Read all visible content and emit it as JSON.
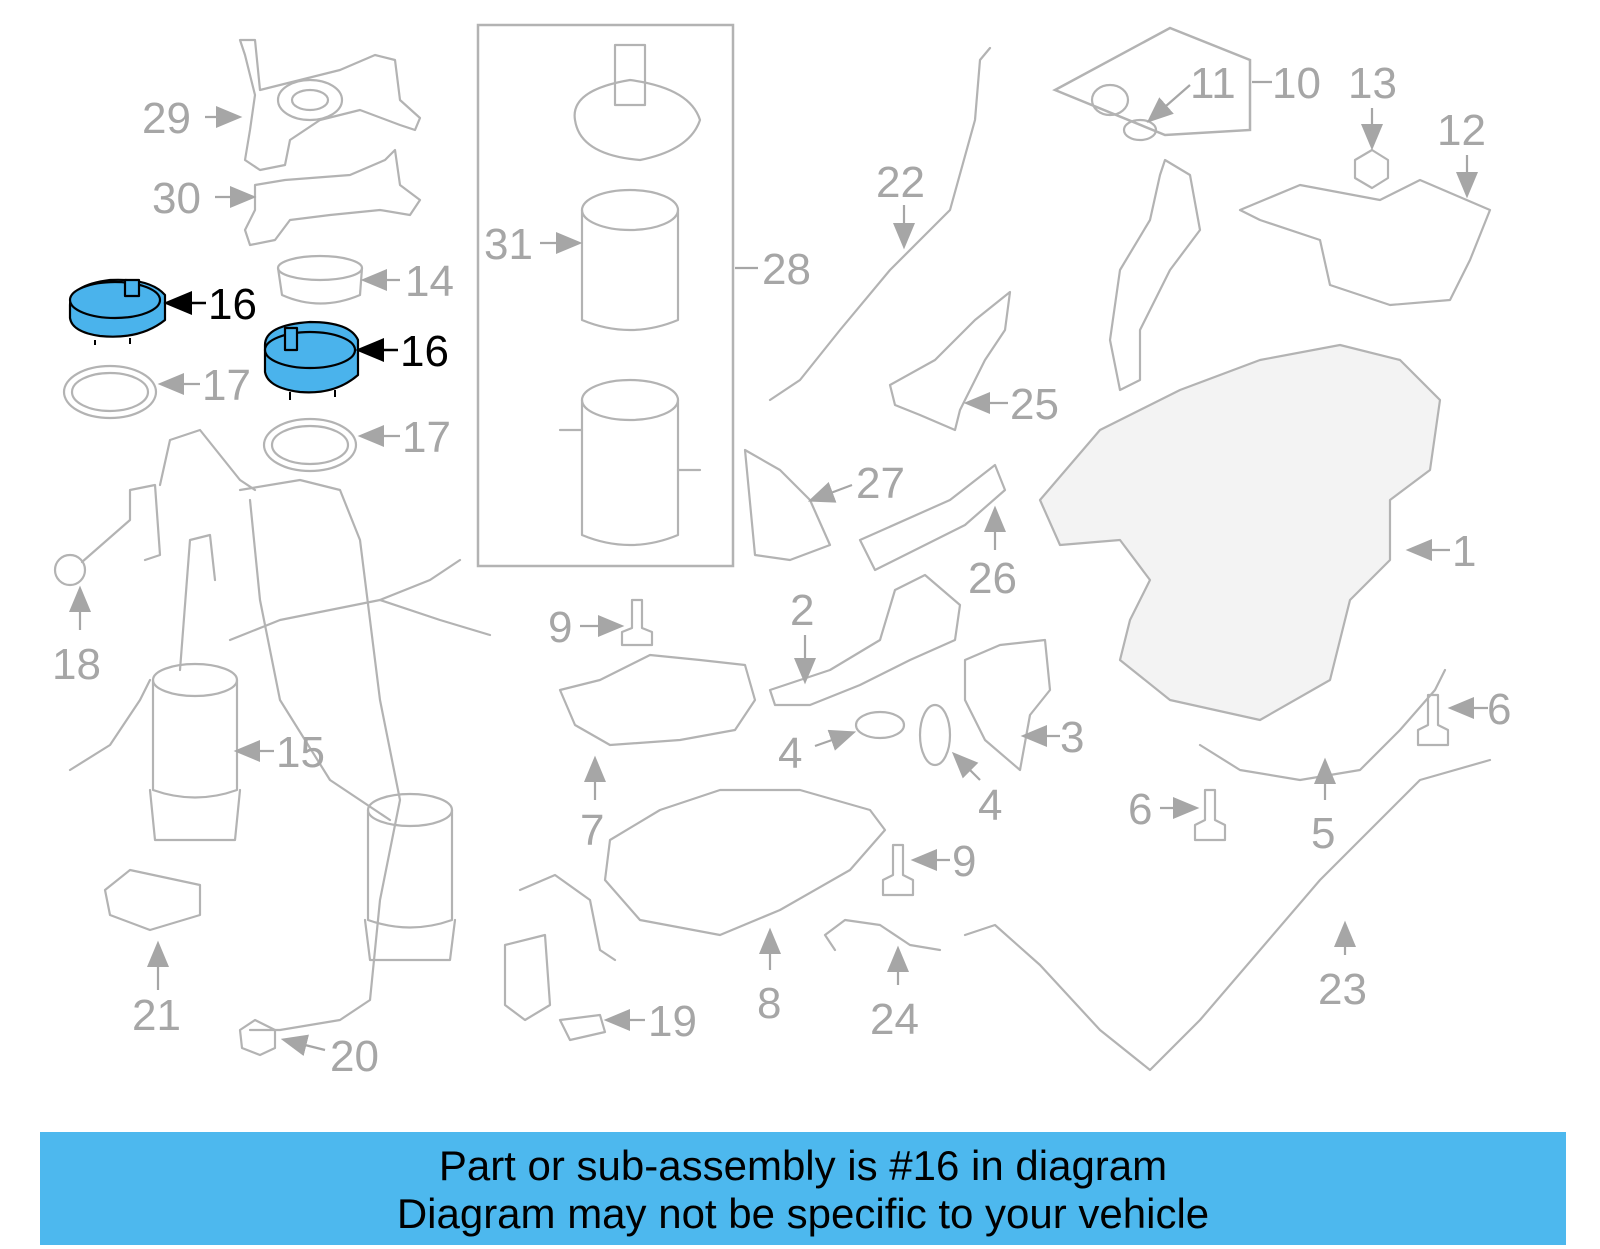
{
  "diagram": {
    "callouts": [
      "29",
      "30",
      "14",
      "16",
      "16",
      "17",
      "17",
      "31",
      "28",
      "22",
      "11",
      "10",
      "13",
      "12",
      "25",
      "27",
      "26",
      "1",
      "18",
      "15",
      "9",
      "2",
      "3",
      "4",
      "4",
      "6",
      "6",
      "5",
      "7",
      "9",
      "8",
      "21",
      "24",
      "23",
      "19",
      "20"
    ],
    "highlighted_part": "16",
    "colors": {
      "highlight": "#4ab3ec",
      "banner": "#4db8ee",
      "parts": "#b3b3b3",
      "labels": "#a6a6a6"
    }
  },
  "banner": {
    "line1": "Part or sub-assembly is #16 in diagram",
    "line2": "Diagram may not be specific to your vehicle"
  }
}
